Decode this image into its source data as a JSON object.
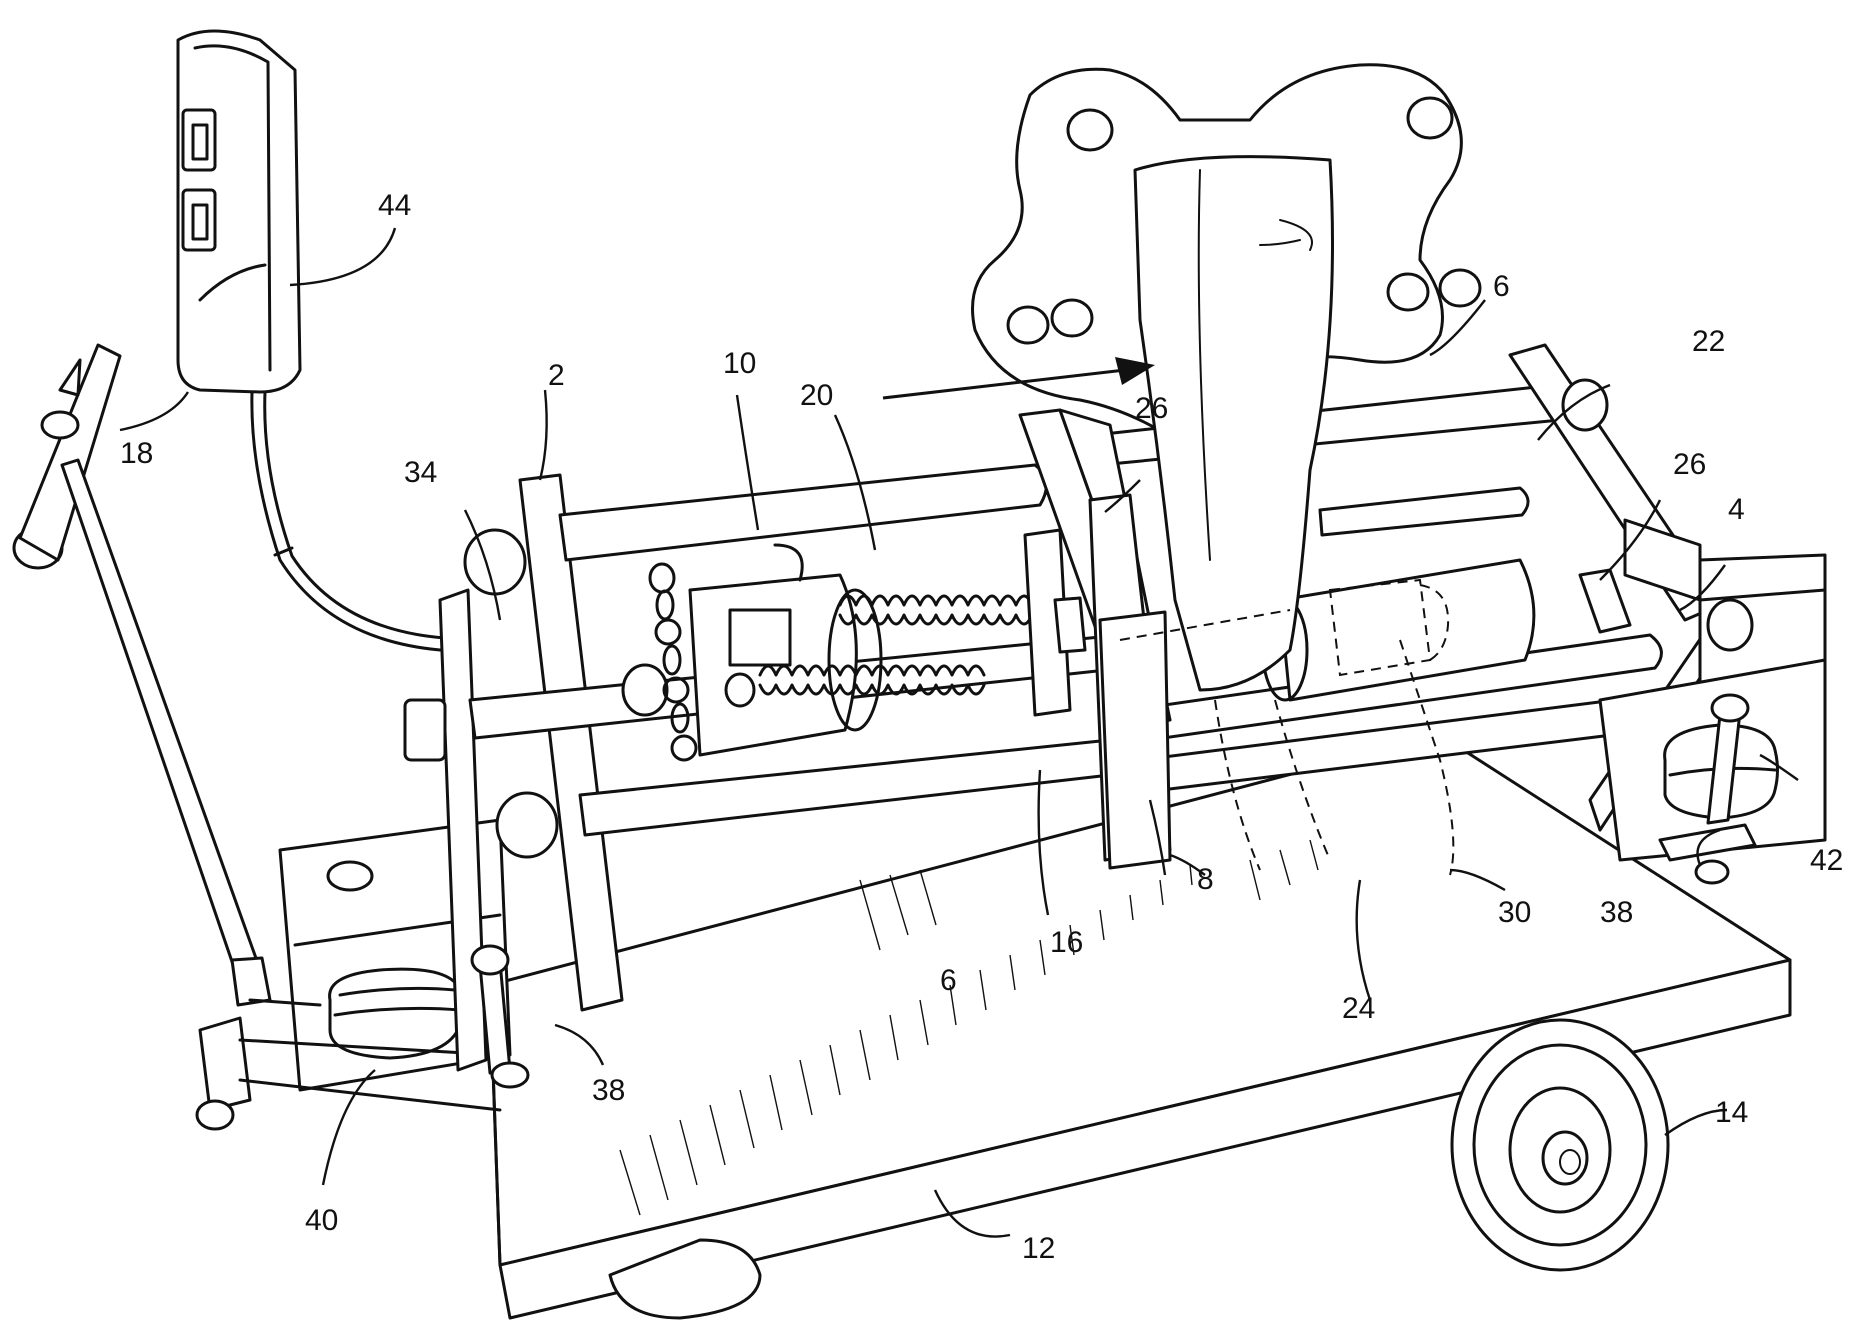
{
  "figure": {
    "reference_numerals": {
      "n2": "2",
      "n4": "4",
      "n6a": "6",
      "n6b": "6",
      "n8": "8",
      "n10": "10",
      "n12": "12",
      "n14": "14",
      "n16": "16",
      "n18": "18",
      "n20": "20",
      "n22": "22",
      "n24": "24",
      "n26a": "26",
      "n26b": "26",
      "n30": "30",
      "n34": "34",
      "n38a": "38",
      "n38b": "38",
      "n40": "40",
      "n42": "42",
      "n44": "44"
    }
  }
}
